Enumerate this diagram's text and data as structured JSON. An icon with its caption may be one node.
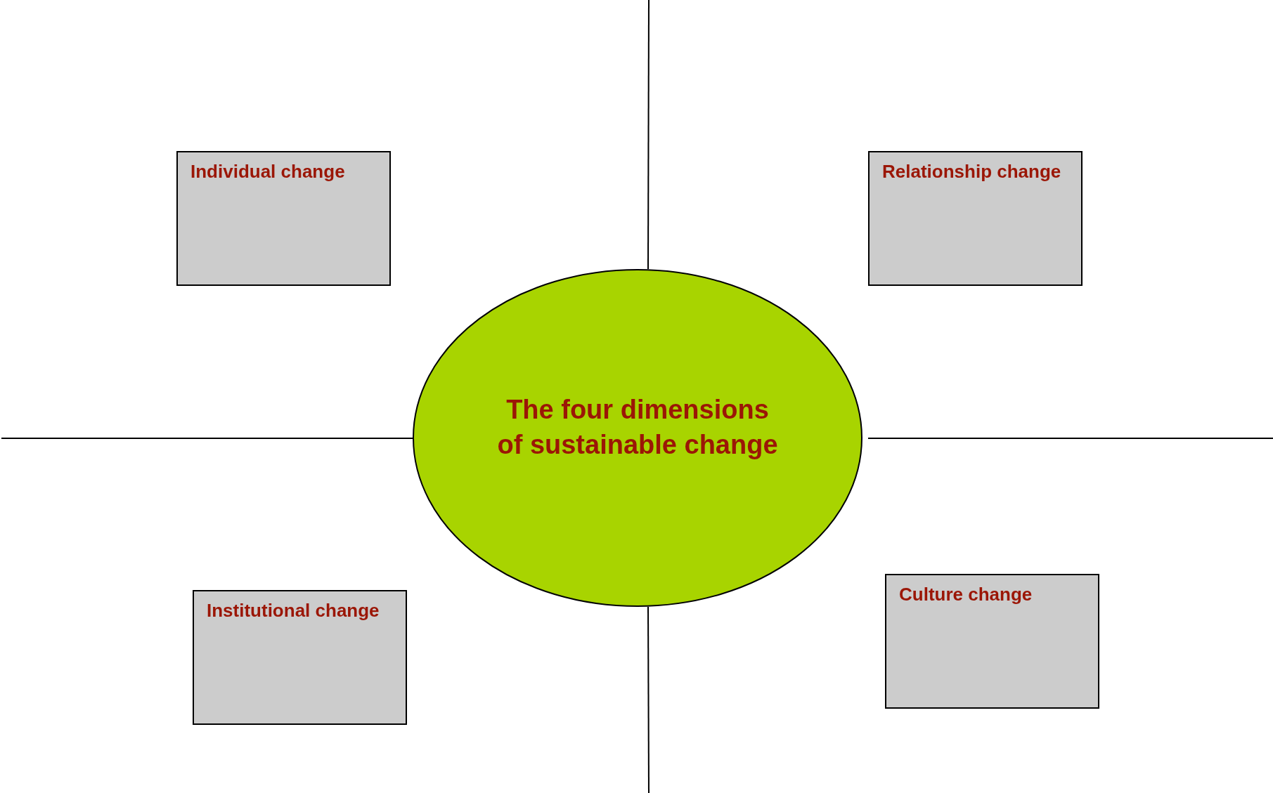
{
  "diagram": {
    "nodes": [
      {
        "text": [
          "Individual change"
        ]
      },
      {
        "text": [
          "Relationship change"
        ]
      },
      {
        "text": [
          "The four dimensions of sustainable change"
        ]
      },
      {
        "text": [
          "Institutional change"
        ]
      },
      {
        "text": [
          "Culture change"
        ]
      }
    ]
  }
}
